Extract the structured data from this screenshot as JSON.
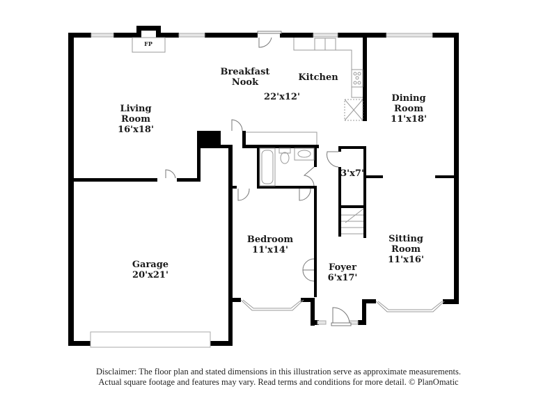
{
  "floor_plan": {
    "rooms": [
      {
        "id": "living-room",
        "name_lines": [
          "Living",
          "Room"
        ],
        "dimensions": "16'x18'"
      },
      {
        "id": "breakfast-nook",
        "name_lines": [
          "Breakfast",
          "Nook"
        ],
        "dimensions": ""
      },
      {
        "id": "kitchen",
        "name_lines": [
          "Kitchen"
        ],
        "dimensions": "22'x12'"
      },
      {
        "id": "dining-room",
        "name_lines": [
          "Dining",
          "Room"
        ],
        "dimensions": "11'x18'"
      },
      {
        "id": "closet",
        "name_lines": [],
        "dimensions": "3'x7'"
      },
      {
        "id": "garage",
        "name_lines": [
          "Garage"
        ],
        "dimensions": "20'x21'"
      },
      {
        "id": "bedroom",
        "name_lines": [
          "Bedroom"
        ],
        "dimensions": "11'x14'"
      },
      {
        "id": "foyer",
        "name_lines": [
          "Foyer"
        ],
        "dimensions": "6'x17'"
      },
      {
        "id": "sitting-room",
        "name_lines": [
          "Sitting",
          "Room"
        ],
        "dimensions": "11'x16'"
      }
    ],
    "fixtures": {
      "fireplace_label": "FP"
    }
  },
  "disclaimer": {
    "line1": "Disclaimer: The floor plan and stated dimensions in this illustration serve as approximate measurements.",
    "line2": "Actual square footage and features may vary. Read terms and conditions for more detail. © PlanOmatic"
  },
  "colors": {
    "wall": "#000000",
    "window": "#d0d0d0",
    "fixture_line": "#999999",
    "background": "#ffffff"
  }
}
